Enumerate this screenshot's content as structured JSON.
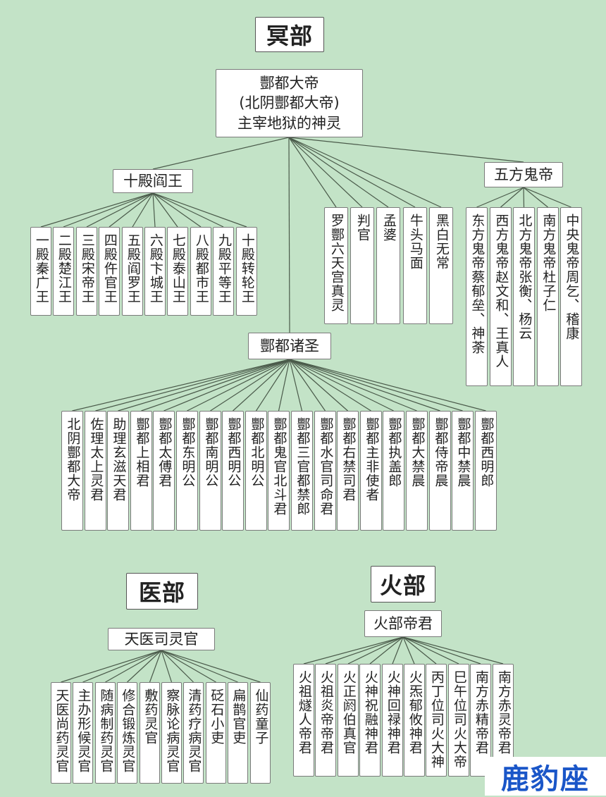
{
  "sections": {
    "ming": "冥部",
    "yi": "医部",
    "huo": "火部"
  },
  "root": {
    "line1": "酆都大帝",
    "line2": "(北阴酆都大帝)",
    "line3": "主宰地狱的神灵"
  },
  "groups": {
    "shidian": "十殿阎王",
    "wufang": "五方鬼帝",
    "zhusheng": "酆都诸圣",
    "tianyi": "天医司灵官",
    "huobu": "火部帝君"
  },
  "shidian_members": [
    "一殿秦广王",
    "二殿楚江王",
    "三殿宋帝王",
    "四殿仵官王",
    "五殿阎罗王",
    "六殿卞城王",
    "七殿泰山王",
    "八殿都市王",
    "九殿平等王",
    "十殿转轮王"
  ],
  "middle_members": [
    "罗酆六天宫真灵",
    "判官",
    "孟婆",
    "牛头马面",
    "黑白无常"
  ],
  "wufang_members": [
    "东方鬼帝蔡郁垒、神荼",
    "西方鬼帝赵文和、王真人",
    "北方鬼帝张衡、杨云",
    "南方鬼帝杜子仁",
    "中央鬼帝周乞、稽康"
  ],
  "zhusheng_members": [
    "北阴酆都大帝",
    "佐理太上灵君",
    "助理玄滋天君",
    "酆都上相君",
    "酆都太傅君",
    "酆都东明公",
    "酆都南明公",
    "酆都西明公",
    "酆都北明公",
    "酆都鬼官北斗君",
    "酆都三官都禁郎",
    "酆都水官司命君",
    "酆都右禁司君",
    "酆都主非使者",
    "酆都执盖郎",
    "酆都大禁晨",
    "酆都侍帝晨",
    "酆都中禁晨",
    "酆都西明郎"
  ],
  "yibu_members": [
    "天医尚药灵官",
    "主办形候灵官",
    "随病制药灵官",
    "修合锻炼灵官",
    "敷药灵官",
    "察脉论病灵官",
    "清药疗病灵官",
    "砭石小吏",
    "扁鹊官吏",
    "仙药童子"
  ],
  "huobu_members": [
    "火祖燧人帝君",
    "火祖炎帝帝君",
    "火正阏伯真官",
    "火神祝融神君",
    "火神回禄神君",
    "火炁郁攸神君",
    "丙丁位司火大神",
    "巳午位司火大帝",
    "南方赤精帝君",
    "南方赤灵帝君"
  ],
  "watermark": "鹿豹座"
}
